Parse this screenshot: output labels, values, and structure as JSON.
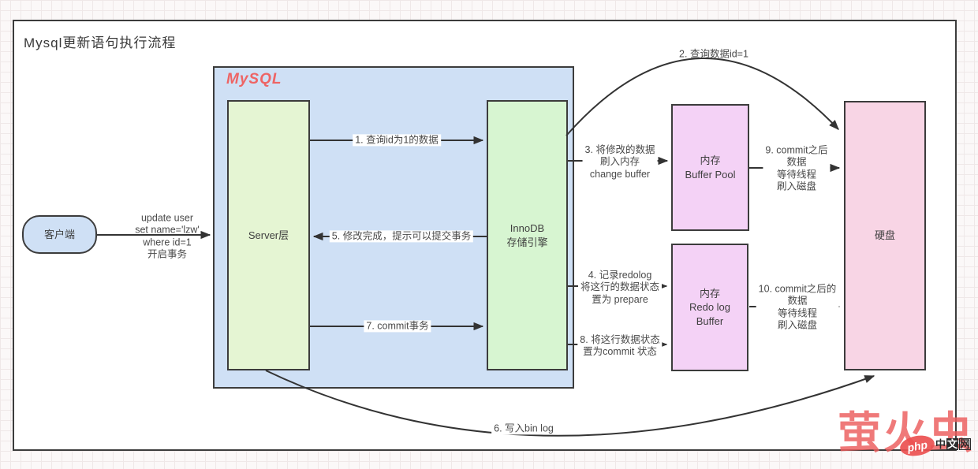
{
  "title": "Mysql更新语句执行流程",
  "nodes": {
    "client": "客户端",
    "mysql": "MySQL",
    "server": "Server层",
    "innodb": "InnoDB\n存储引擎",
    "buffer_pool": "内存\nBuffer Pool",
    "redo_log_buffer": "内存\nRedo log\nBuffer",
    "disk": "硬盘"
  },
  "edges": {
    "client_request": "update user\nset name='lzw'\nwhere id=1\n开启事务",
    "step1": "1. 查询id为1的数据",
    "step2": "2. 查询数据id=1",
    "step3": "3. 将修改的数据\n刷入内存\nchange buffer",
    "step4": "4. 记录redolog\n将这行的数据状态\n置为 prepare",
    "step5": "5. 修改完成，提示可以提交事务",
    "step6": "6. 写入bin log",
    "step7": "7. commit事务",
    "step8": "8. 将这行数据状态\n置为commit 状态",
    "step9": "9. commit之后\n数据\n等待线程\n刷入磁盘",
    "step10": "10. commit之后的\n数据\n等待线程\n刷入磁盘"
  },
  "watermark": {
    "text": "萤火虫",
    "badge": "php",
    "cn_1": "中",
    "cn_2": "文",
    "cn_3": "网"
  },
  "colors": {
    "container_blue": "#cfe0f5",
    "server_green": "#e5f5d3",
    "innodb_green": "#d7f5d1",
    "memory_pink": "#f4d2f6",
    "disk_pink": "#f8d5e5",
    "accent_red": "#ee6464",
    "stroke": "#333333"
  }
}
